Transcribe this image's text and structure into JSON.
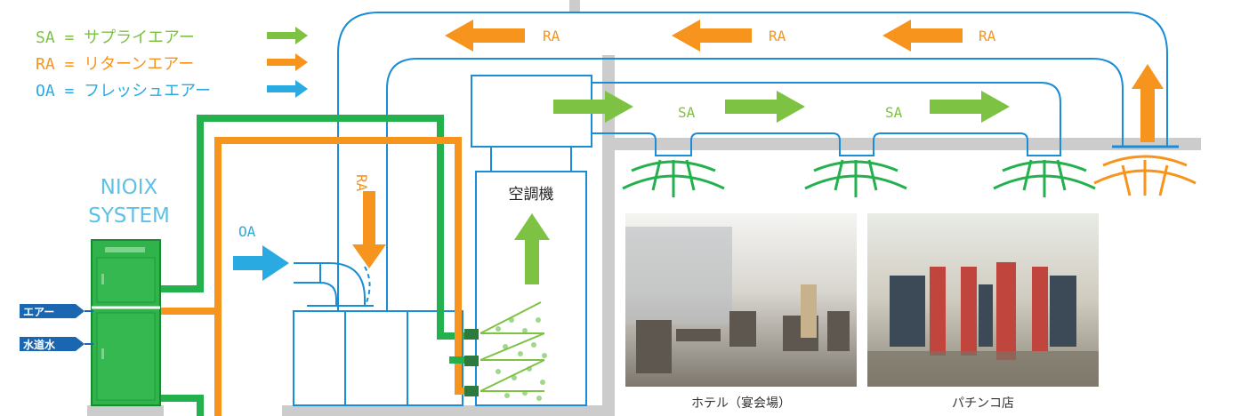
{
  "legend": {
    "sa": "SA = サプライエアー",
    "ra": "RA = リターンエアー",
    "oa": "OA = フレッシュエアー"
  },
  "brand": {
    "line1": "NIOIX",
    "line2": "SYSTEM"
  },
  "inputs": {
    "air": "エアー",
    "water": "水道水"
  },
  "labels": {
    "ra": "RA",
    "sa": "SA",
    "oa": "OA",
    "air_handler": "空調機"
  },
  "photos": {
    "hotel": "ホテル（宴会場）",
    "pachinko": "パチンコ店"
  },
  "colors": {
    "green": "#7dc242",
    "dark_green": "#22b14c",
    "orange": "#f7941d",
    "blue": "#1a8dd6",
    "cyan": "#29abe2",
    "navy": "#1b66b1",
    "grey": "#c8c8c8"
  }
}
